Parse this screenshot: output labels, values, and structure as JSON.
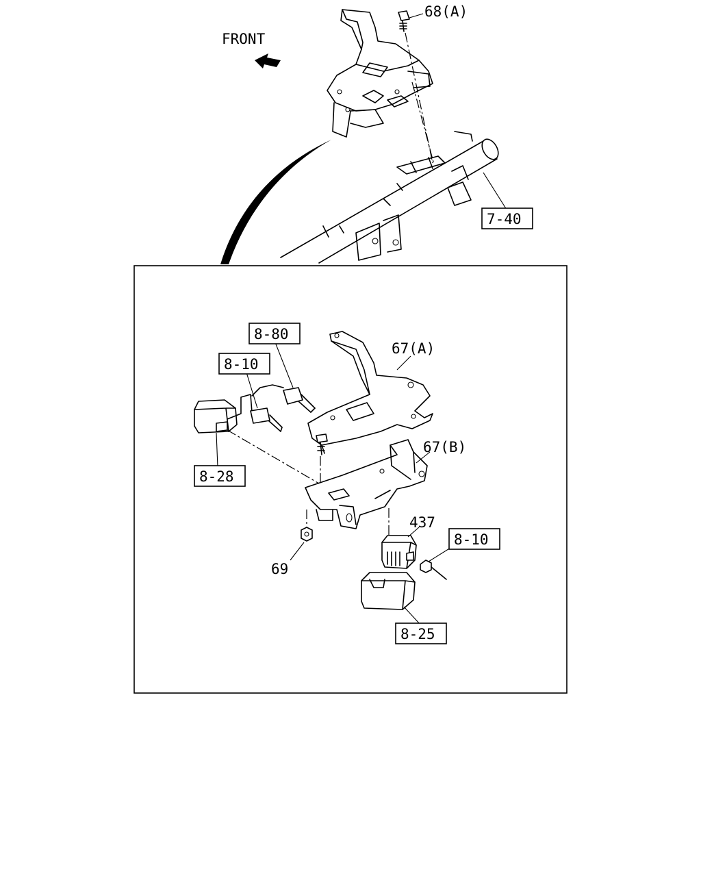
{
  "front_label": "FRONT",
  "callouts": {
    "c68a": "68(A)",
    "c740": "7-40",
    "c880": "8-80",
    "c67a": "67(A)",
    "c810_top": "8-10",
    "c828": "8-28",
    "c67b": "67(B)",
    "c437": "437",
    "c810_bottom": "8-10",
    "c69": "69",
    "c825": "8-25"
  }
}
